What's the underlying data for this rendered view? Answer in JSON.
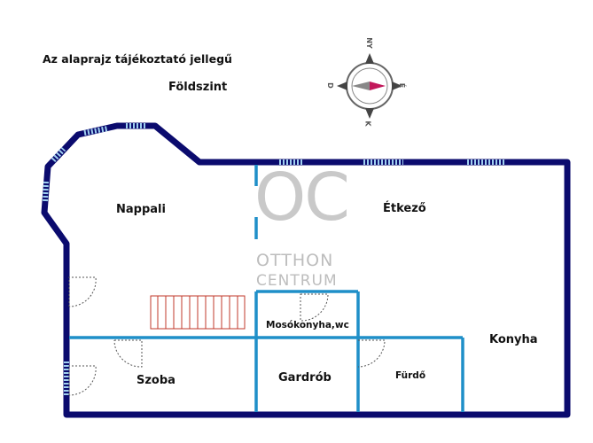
{
  "header": {
    "disclaimer": "Az alaprajz tájékoztató jellegű",
    "floor_name": "Földszint"
  },
  "compass": {
    "north": "NY",
    "east": "É",
    "south": "K",
    "west": "D"
  },
  "watermark": {
    "logo": "OC",
    "line1": "OTTHON",
    "line2": "CENTRUM"
  },
  "rooms": {
    "nappali": "Nappali",
    "etkezo": "Étkező",
    "mosokonyha": "Mosókonyha,wc",
    "konyha": "Konyha",
    "szoba": "Szoba",
    "gardrob": "Gardrób",
    "furdo": "Fürdő"
  },
  "colors": {
    "outer_wall": "#0b0b6e",
    "inner_wall": "#1f8fc8",
    "window": "#9fd0f0",
    "stairs": "#c0392b",
    "compass_accent": "#c2185b"
  }
}
